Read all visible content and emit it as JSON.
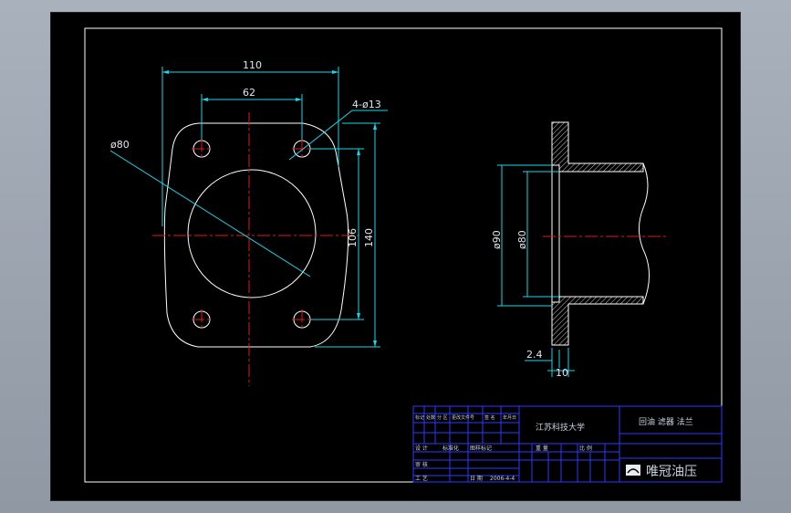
{
  "drawing": {
    "front_view": {
      "dim_width_total": "110",
      "dim_hole_spacing_x": "62",
      "dim_hole_callout": "4-ø13",
      "dim_bore_diameter": "ø80",
      "dim_hole_spacing_y": "106",
      "dim_height_total": "140"
    },
    "side_view": {
      "dim_outer_diameter": "ø90",
      "dim_inner_diameter": "ø80",
      "dim_wall": "2.4",
      "dim_flange_thickness": "10"
    }
  },
  "title_block": {
    "school": "江苏科技大学",
    "part_name": "回油 滤器 法兰",
    "company": "唯冠油压",
    "date": "2006-4-4",
    "row_labels": [
      "设 计",
      "标准化",
      "图样标记",
      "重 量",
      "比 例",
      "审 核",
      "工 艺",
      "日 期"
    ],
    "col_labels": [
      "标记",
      "处数",
      "分 区",
      "更改文件号",
      "签 名",
      "年月日"
    ]
  },
  "colors": {
    "outline": "#ffffff",
    "centerline": "#e01818",
    "dimension": "#19d8e8",
    "title_grid": "#2b39ff",
    "sheet": "#000000"
  }
}
